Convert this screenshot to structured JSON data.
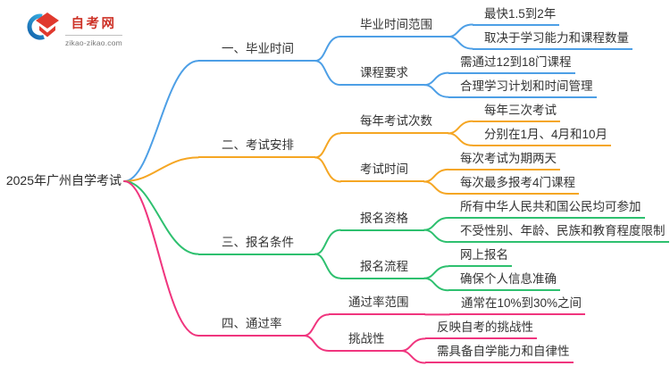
{
  "logo": {
    "title": "自考网",
    "domain": "zikao-zikao.com",
    "icon": "graduation-cap-logo"
  },
  "root": {
    "label": "2025年广州自学考试"
  },
  "branches": [
    {
      "label": "一、毕业时间",
      "color": "#4D9FE6",
      "children": [
        {
          "label": "毕业时间范围",
          "children": [
            {
              "label": "最快1.5到2年"
            },
            {
              "label": "取决于学习能力和课程数量"
            }
          ]
        },
        {
          "label": "课程要求",
          "children": [
            {
              "label": "需通过12到18门课程"
            },
            {
              "label": "合理学习计划和时间管理"
            }
          ]
        }
      ]
    },
    {
      "label": "二、考试安排",
      "color": "#F5A623",
      "children": [
        {
          "label": "每年考试次数",
          "children": [
            {
              "label": "每年三次考试"
            },
            {
              "label": "分别在1月、4月和10月"
            }
          ]
        },
        {
          "label": "考试时间",
          "children": [
            {
              "label": "每次考试为期两天"
            },
            {
              "label": "每次最多报考4门课程"
            }
          ]
        }
      ]
    },
    {
      "label": "三、报名条件",
      "color": "#2EC06F",
      "children": [
        {
          "label": "报名资格",
          "children": [
            {
              "label": "所有中华人民共和国公民均可参加"
            },
            {
              "label": "不受性别、年龄、民族和教育程度限制"
            }
          ]
        },
        {
          "label": "报名流程",
          "children": [
            {
              "label": "网上报名"
            },
            {
              "label": "确保个人信息准确"
            }
          ]
        }
      ]
    },
    {
      "label": "四、通过率",
      "color": "#F0357E",
      "children": [
        {
          "label": "通过率范围",
          "children": [
            {
              "label": "通常在10%到30%之间"
            }
          ]
        },
        {
          "label": "挑战性",
          "children": [
            {
              "label": "反映自考的挑战性"
            },
            {
              "label": "需具备自学能力和自律性"
            }
          ]
        }
      ]
    }
  ]
}
